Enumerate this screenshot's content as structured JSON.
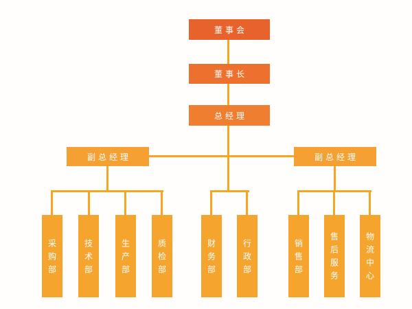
{
  "org_chart": {
    "type": "organization-diagram",
    "levels": {
      "board": {
        "label": "董事会"
      },
      "chairman": {
        "label": "董事长"
      },
      "general_manager": {
        "label": "总经理"
      },
      "deputy_gm_left": {
        "label": "副总经理"
      },
      "deputy_gm_right": {
        "label": "副总经理"
      }
    },
    "departments": {
      "left_group": [
        "采购部",
        "技术部",
        "生产部",
        "质检部"
      ],
      "middle_group": [
        "财务部",
        "行政部"
      ],
      "right_group": [
        "销售部",
        "售后服务",
        "物流中心"
      ]
    },
    "hierarchy_note": "董事会 > 董事长 > 总经理 > 副总经理(左:采购部/技术部/生产部/质检部) + 总经理直属(财务部/行政部) + 副总经理(右:销售部/售后服务/物流中心)"
  },
  "colors": {
    "board_box": "#E8632B",
    "chairman_box": "#EC712E",
    "general_manager_box": "#EF7E30",
    "deputy_box": "#F4A032",
    "department_box": "#F5A52E",
    "connector_line": "#F6A71F",
    "text": "#FFFFFF",
    "background": "#FFFEFD"
  }
}
